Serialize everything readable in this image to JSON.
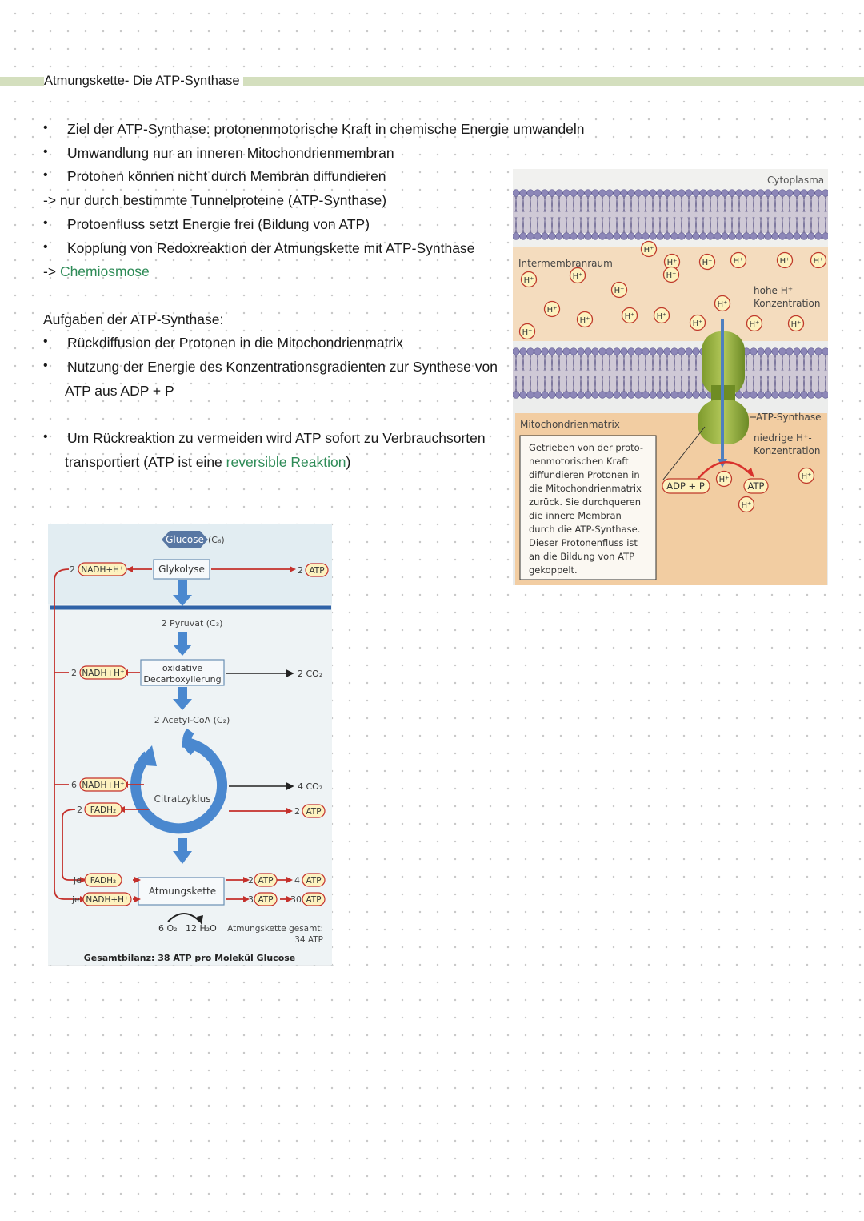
{
  "title": "Atmungskette- Die ATP-Synthase",
  "bullets1": [
    "Ziel der ATP-Synthase: protonenmotorische Kraft in chemische Energie umwandeln",
    "Umwandlung nur an inneren Mitochondrienmembran",
    "Protonen können nicht durch Membran diffundieren"
  ],
  "arrow_line1": "-> nur durch bestimmte Tunnelproteine (ATP-Synthase)",
  "bullets2": [
    "Protoenfluss setzt Energie frei (Bildung von ATP)",
    "Kopplung von Redoxreaktion der Atmungskette mit ATP-Synthase"
  ],
  "chemiosmose_prefix": "->",
  "chemiosmose": "Chemiosmose",
  "tasks_heading": "Aufgaben der ATP-Synthase:",
  "tasks": [
    "Rückdiffusion der Protonen in die Mitochondrienmatrix",
    "Nutzung der Energie des Konzentrationsgradienten zur Synthese von",
    "ATP aus ADP + P"
  ],
  "last_bullet_line1": "Um Rückreaktion zu vermeiden wird ATP sofort zu Verbrauchsorten",
  "last_bullet_line2_a": "transportiert (ATP ist eine",
  "last_bullet_line2_green": "reversible Reaktion",
  "last_bullet_line2_b": ")",
  "bullet_symbol": "•",
  "figure_membrane": {
    "cytoplasma": "Cytoplasma",
    "intermembranraum": "Intermembranraum",
    "proton": "H⁺",
    "hohe_line1": "hohe H⁺-",
    "hohe_line2": "Konzentration",
    "mitochondrienmatrix": "Mitochondrienmatrix",
    "atp_synthase": "ATP-Synthase",
    "niedrige_line1": "niedrige H⁺-",
    "niedrige_line2": "Konzentration",
    "adp_p": "ADP + P",
    "atp": "ATP",
    "caption": [
      "Getrieben von der proto-",
      "nenmotorischen Kraft",
      "diffundieren Protonen in",
      "die Mitochondrienmatrix",
      "zurück. Sie durchqueren",
      "die innere Membran",
      "durch die ATP-Synthase.",
      "Dieser Protonenfluss ist",
      "an die Bildung von ATP",
      "gekoppelt."
    ]
  },
  "figure_flow": {
    "glucose": "Glucose",
    "glucose_c": "(C₆)",
    "glykolyse": "Glykolyse",
    "n2": "2",
    "n3": "3",
    "n4": "4",
    "n6": "6",
    "n30": "30",
    "nadh": "NADH+H⁺",
    "fadh": "FADH₂",
    "atp": "ATP",
    "je": "je",
    "pyruvat": "2 Pyruvat  (C₃)",
    "oxidative": "oxidative",
    "decarboxylierung": "Decarboxylierung",
    "co2_2": "2  CO₂",
    "acetyl": "2 Acetyl-CoA  (C₂)",
    "citratzyklus": "Citratzyklus",
    "co2_4": "4  CO₂",
    "atmungskette": "Atmungskette",
    "o2": "6 O₂",
    "h2o": "12 H₂O",
    "gesamt_line1": "Atmungskette gesamt:",
    "gesamt_line2": "34 ATP",
    "bilanz": "Gesamtbilanz: 38 ATP pro Molekül Glucose"
  }
}
